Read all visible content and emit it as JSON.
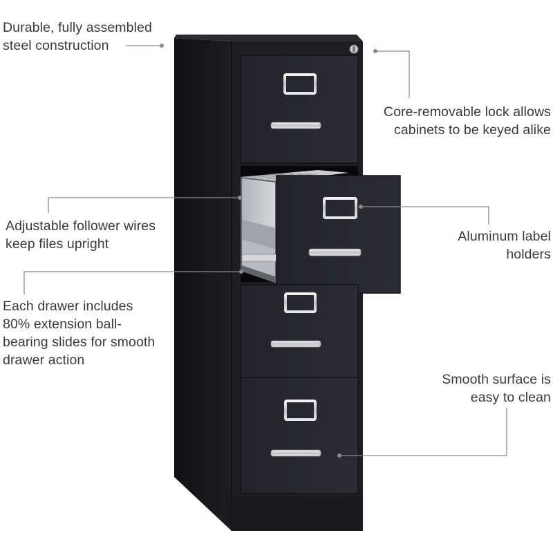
{
  "callouts": [
    {
      "id": "steel",
      "lines": [
        "Durable, fully assembled",
        "steel construction"
      ]
    },
    {
      "id": "lock",
      "lines": [
        "Core-removable lock allows",
        "cabinets to be keyed alike"
      ]
    },
    {
      "id": "follower",
      "lines": [
        "Adjustable follower wires",
        "keep files upright"
      ]
    },
    {
      "id": "label",
      "lines": [
        "Aluminum label",
        "holders"
      ]
    },
    {
      "id": "slides",
      "lines": [
        "Each drawer includes",
        "80% extension ball-",
        "bearing slides for smooth",
        "drawer action"
      ]
    },
    {
      "id": "surface",
      "lines": [
        "Smooth surface is",
        "easy to clean"
      ]
    }
  ],
  "colors": {
    "cabinet": "#1f2026",
    "cabinet_side": "#15161a",
    "drawer_front": "#26272f",
    "chrome": "#d9dadd",
    "leader": "#8a8a8a",
    "text": "#3a3a3a"
  }
}
